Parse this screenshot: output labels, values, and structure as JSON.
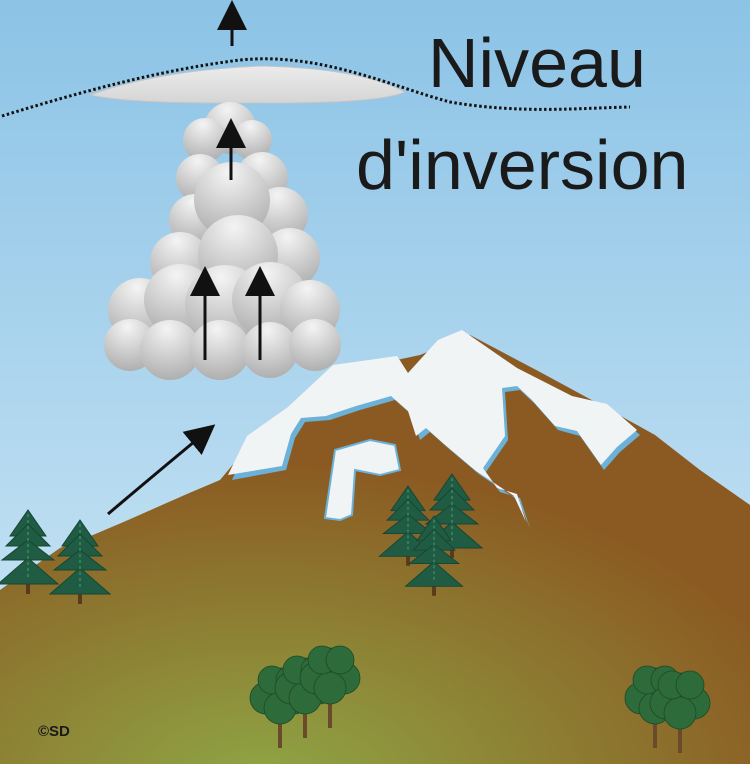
{
  "diagram": {
    "title_line1": "Niveau",
    "title_line2": "d'inversion",
    "copyright": "©SD"
  },
  "colors": {
    "sky_top": "#8cc3e6",
    "sky_bottom": "#cfe8f6",
    "mountain_brown": "#8b5a22",
    "ground_green": "#8fa645",
    "snow": "#f1f4f5",
    "snow_edge": "#6cb2d8",
    "cloud_light": "#f4f4f4",
    "cloud_dark": "#a7a7a7",
    "conifer": "#1f5c43",
    "deciduous": "#2d6b3a",
    "arrow": "#111111"
  }
}
